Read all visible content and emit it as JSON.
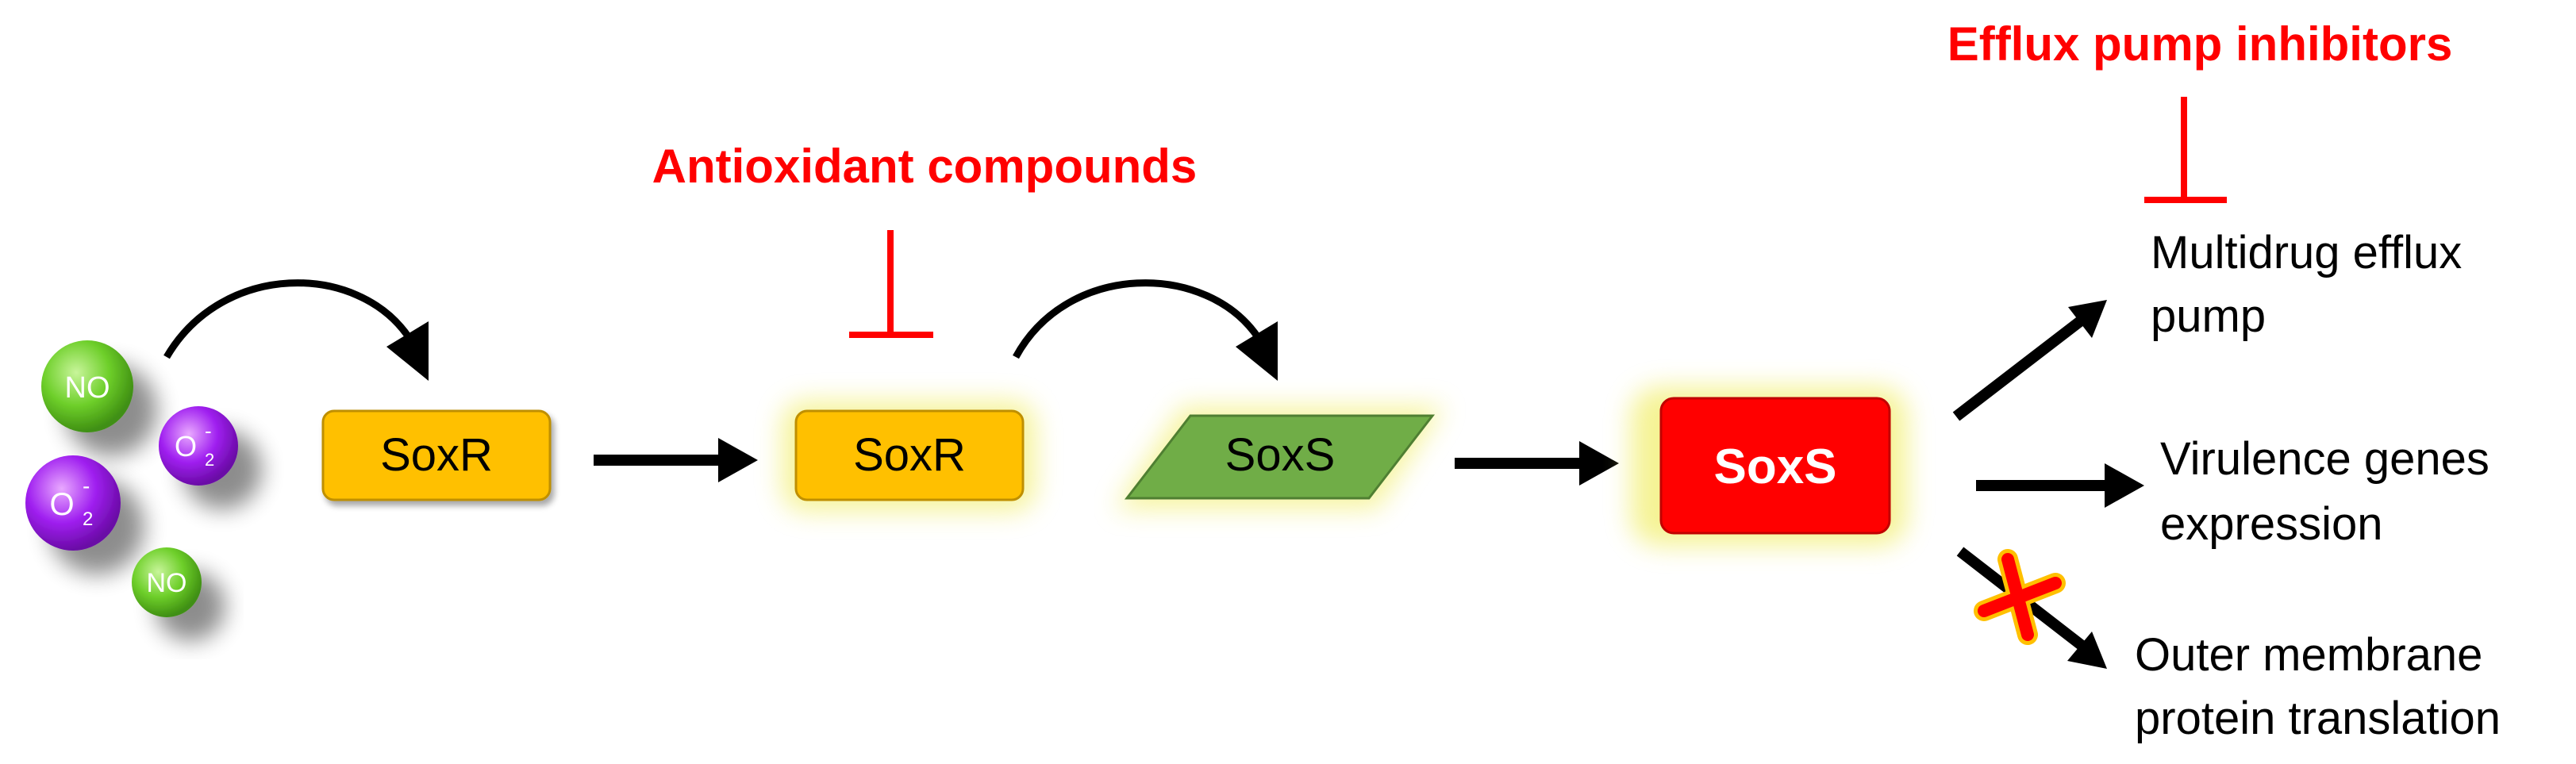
{
  "molecules": {
    "no_label": "NO",
    "superoxide_base": "O",
    "superoxide_sub": "2",
    "superoxide_sup": "-"
  },
  "nodes": {
    "soxr_inactive": "SoxR",
    "soxr_active": "SoxR",
    "soxs_gene": "SoxS",
    "soxs_protein": "SoxS"
  },
  "inhibitors": {
    "antioxidant": "Antioxidant compounds",
    "efflux": "Efflux pump inhibitors"
  },
  "outcomes": {
    "efflux_pump_line1": "Multidrug efflux",
    "efflux_pump_line2": "pump",
    "virulence_line1": "Virulence genes",
    "virulence_line2": "expression",
    "outer_membrane_line1": "Outer membrane",
    "outer_membrane_line2": "protein translation"
  },
  "colors": {
    "inhibitor": "#ff0000",
    "soxr_fill": "#ffc000",
    "soxs_gene_fill": "#70ad47",
    "soxs_protein_fill": "#ff0000",
    "no_ball": "#6ecf2a",
    "superoxide_ball": "#a020f0",
    "arrow": "#000000",
    "cross": "#ff0000"
  }
}
